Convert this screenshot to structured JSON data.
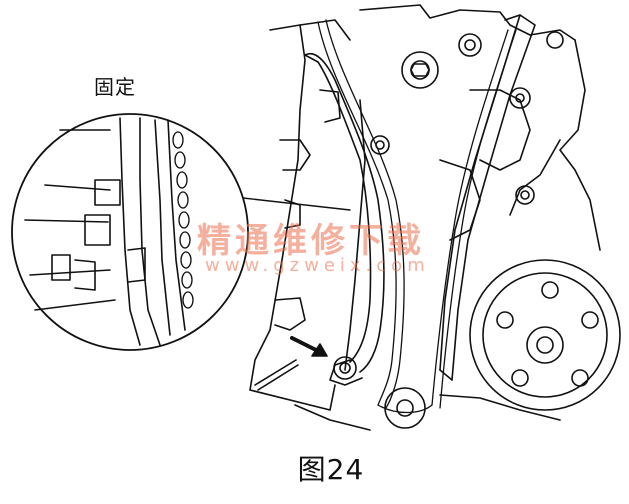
{
  "diagram": {
    "callout_label": "固定",
    "figure_caption": "图24",
    "watermark": {
      "name_cn": "精通维修下载",
      "site": "www.gzweix.com"
    }
  }
}
